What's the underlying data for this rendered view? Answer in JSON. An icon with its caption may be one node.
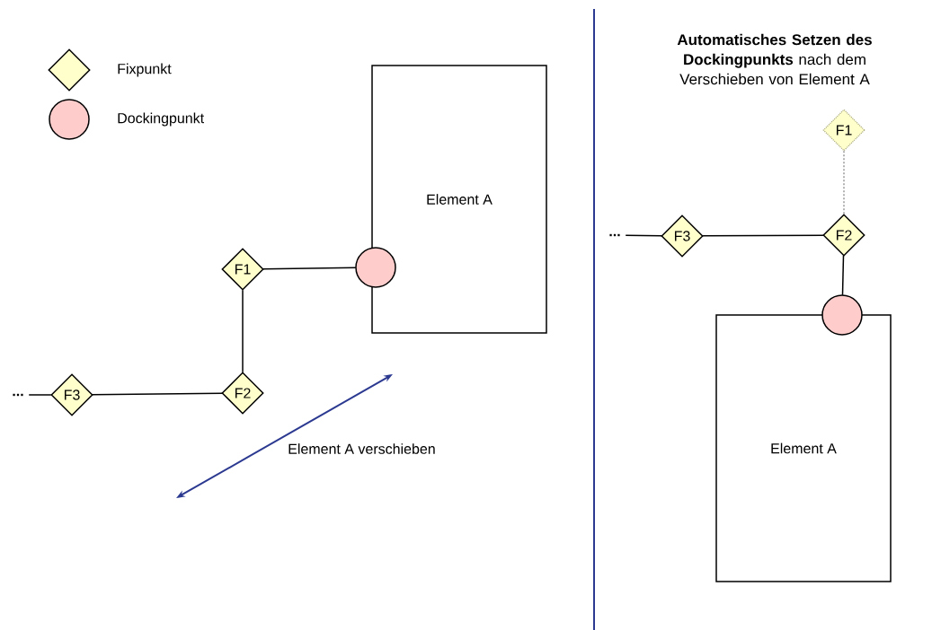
{
  "diagram": {
    "nodes": [
      {
        "text": [
          "Element A"
        ]
      },
      {
        "text": [],
        "shape": "circle"
      },
      {
        "text": [
          "F1"
        ]
      },
      {
        "text": [
          "F2"
        ]
      },
      {
        "text": [
          "F3"
        ]
      },
      {
        "text": [
          "..."
        ]
      },
      {
        "text": [
          "F1"
        ]
      },
      {
        "text": [
          "F3"
        ]
      },
      {
        "text": [
          "F2"
        ]
      },
      {
        "text": [
          "..."
        ]
      },
      {
        "text": [],
        "shape": "circle"
      },
      {
        "text": [
          "Element A"
        ]
      }
    ],
    "edges": [
      {
        "from": 5,
        "to": 4,
        "arrow": "none"
      },
      {
        "from": 4,
        "to": 3,
        "arrow": "none"
      },
      {
        "from": 3,
        "to": 2,
        "arrow": "none"
      },
      {
        "from": 2,
        "to": 1,
        "arrow": "none"
      },
      {
        "from": 9,
        "to": 7,
        "arrow": "none"
      },
      {
        "from": 7,
        "to": 8,
        "arrow": "none"
      },
      {
        "from": 6,
        "to": 8,
        "arrow": "none",
        "style": "dashed",
        "color": "#999999"
      },
      {
        "from": 8,
        "to": 10,
        "arrow": "none"
      }
    ],
    "labels": [
      "**Automatisches Setzen des Dockingpunkts** nach dem Verschieben von Element A",
      "Element A verschieben"
    ],
    "legend": [
      {
        "text": "Fixpunkt"
      },
      {
        "text": "Dockingpunkt"
      }
    ]
  }
}
